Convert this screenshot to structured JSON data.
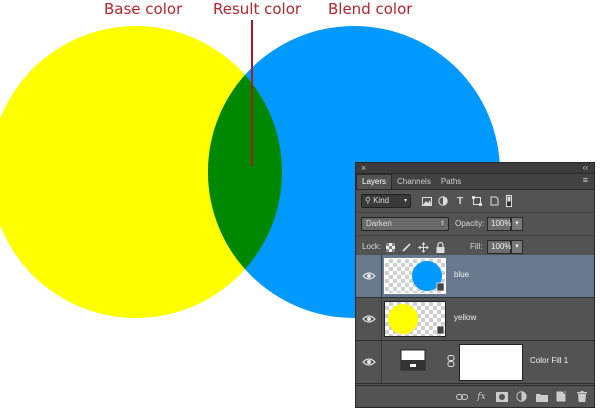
{
  "callouts": {
    "base": "Base color",
    "result": "Result color",
    "blend": "Blend color"
  },
  "colors": {
    "base": "#ffff00",
    "blend": "#0099ff",
    "result": "#008800",
    "callout_text": "#b4262b",
    "selected_layer": "#68788d"
  },
  "panel": {
    "close_glyph": "×",
    "collapse_glyph": "‹‹",
    "menu_glyph": "≡",
    "tabs": [
      {
        "label": "Layers",
        "active": true
      },
      {
        "label": "Channels",
        "active": false
      },
      {
        "label": "Paths",
        "active": false
      }
    ],
    "filter": {
      "label": "Kind",
      "icons": [
        "image-filter-icon",
        "adjustment-filter-icon",
        "type-filter-icon",
        "shape-filter-icon",
        "smart-object-filter-icon",
        "filter-toggle-icon"
      ]
    },
    "blend_mode": "Darken",
    "opacity": {
      "label": "Opacity:",
      "value": "100%"
    },
    "lock": {
      "label": "Lock:",
      "icons": [
        "lock-transparent-icon",
        "lock-image-icon",
        "lock-position-icon",
        "lock-all-icon"
      ]
    },
    "fill": {
      "label": "Fill:",
      "value": "100%"
    },
    "layers": [
      {
        "name": "blue",
        "selected": true
      },
      {
        "name": "yellow",
        "selected": false
      },
      {
        "name": "Color Fill 1",
        "selected": false
      }
    ],
    "footer_icons": [
      "link-layers-icon",
      "fx-icon",
      "add-mask-icon",
      "new-adjustment-icon",
      "new-group-icon",
      "new-layer-icon",
      "delete-layer-icon"
    ]
  }
}
